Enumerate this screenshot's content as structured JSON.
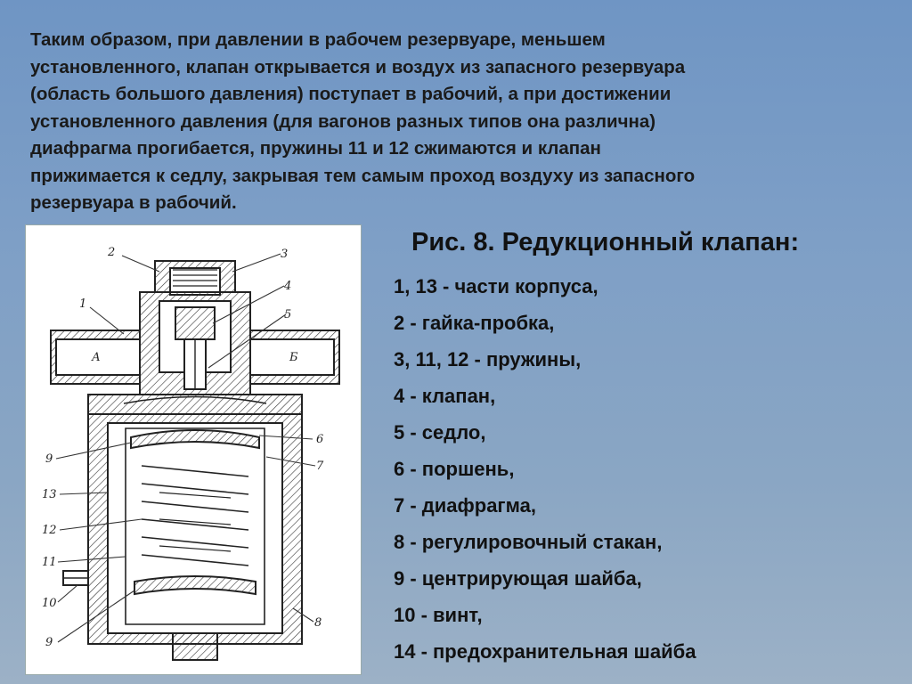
{
  "intro": {
    "text": "Таким образом, при давлении в рабочем резервуаре, меньшем\nустановленного, клапан открывается и воздух из запасного резервуара\n(область большого давления) поступает в рабочий, а при достижении\nустановленного давления (для вагонов разных типов она различна)\nдиафрагма прогибается, пружины 11 и 12 сжимаются и клапан\nприжимается к седлу, закрывая тем самым проход воздуху из запасного\nрезервуара в рабочий."
  },
  "figure": {
    "callouts": [
      "1",
      "2",
      "3",
      "4",
      "5",
      "6",
      "7",
      "8",
      "9",
      "13",
      "12",
      "11",
      "10",
      "9"
    ],
    "port_labels": [
      "А",
      "Б"
    ]
  },
  "legend": {
    "title": "Рис. 8. Редукционный клапан:",
    "items": [
      "1, 13 - части корпуса,",
      "2 - гайка-пробка,",
      "3, 11, 12 - пружины,",
      "4 - клапан,",
      "5 - седло,",
      "6 - поршень,",
      "7 - диафрагма,",
      "8 - регулировочный стакан,",
      "9 - центрирующая шайба,",
      "10 - винт,",
      "14 - предохранительная шайба"
    ]
  }
}
